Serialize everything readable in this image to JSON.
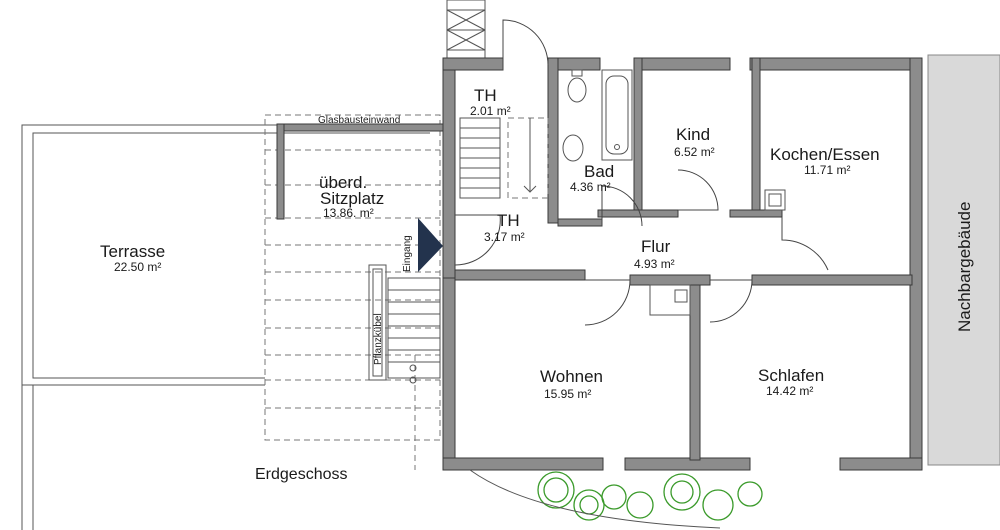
{
  "plan": {
    "floor_title": "Erdgeschoss",
    "labels": {
      "glass_wall": "Glasbausteinwand",
      "entrance": "Eingang",
      "planter": "Pflanzkübel",
      "neighbor": "Nachbargebäude"
    },
    "rooms": {
      "th_upper": {
        "name": "TH",
        "area": "2.01 m²"
      },
      "bad": {
        "name": "Bad",
        "area": "4.36 m²"
      },
      "kind": {
        "name": "Kind",
        "area": "6.52 m²"
      },
      "kochen": {
        "name": "Kochen/Essen",
        "area": "11.71 m²"
      },
      "sitzplatz": {
        "name_line1": "überd.",
        "name_line2": "Sitzplatz",
        "area": "13.86. m²"
      },
      "th_lower": {
        "name": "TH",
        "area": "3.17 m²"
      },
      "flur": {
        "name": "Flur",
        "area": "4.93 m²"
      },
      "terrasse": {
        "name": "Terrasse",
        "area": "22.50 m²"
      },
      "wohnen": {
        "name": "Wohnen",
        "area": "15.95 m²"
      },
      "schlafen": {
        "name": "Schlafen",
        "area": "14.42 m²"
      }
    }
  }
}
